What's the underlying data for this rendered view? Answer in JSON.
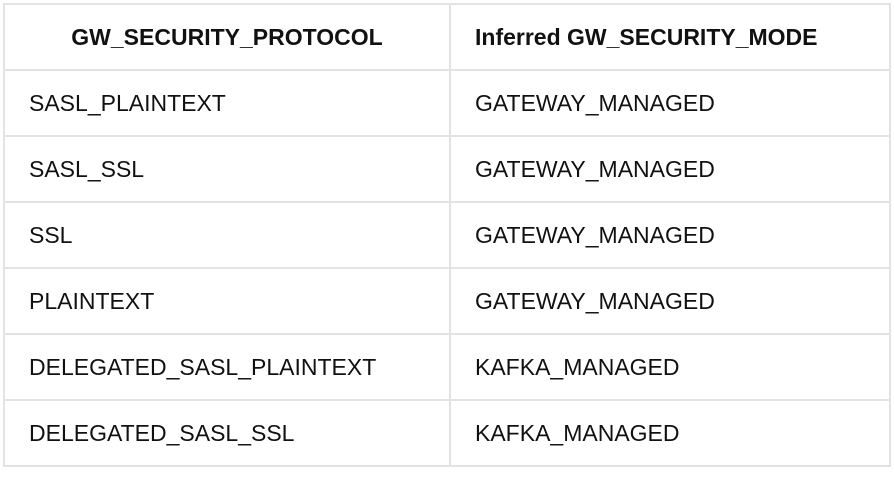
{
  "table": {
    "headers": [
      "GW_SECURITY_PROTOCOL",
      "Inferred GW_SECURITY_MODE"
    ],
    "rows": [
      [
        "SASL_PLAINTEXT",
        "GATEWAY_MANAGED"
      ],
      [
        "SASL_SSL",
        "GATEWAY_MANAGED"
      ],
      [
        "SSL",
        "GATEWAY_MANAGED"
      ],
      [
        "PLAINTEXT",
        "GATEWAY_MANAGED"
      ],
      [
        "DELEGATED_SASL_PLAINTEXT",
        "KAFKA_MANAGED"
      ],
      [
        "DELEGATED_SASL_SSL",
        "KAFKA_MANAGED"
      ]
    ]
  },
  "colors": {
    "border": "#e3e3e3",
    "text": "#111111",
    "background": "#ffffff"
  }
}
